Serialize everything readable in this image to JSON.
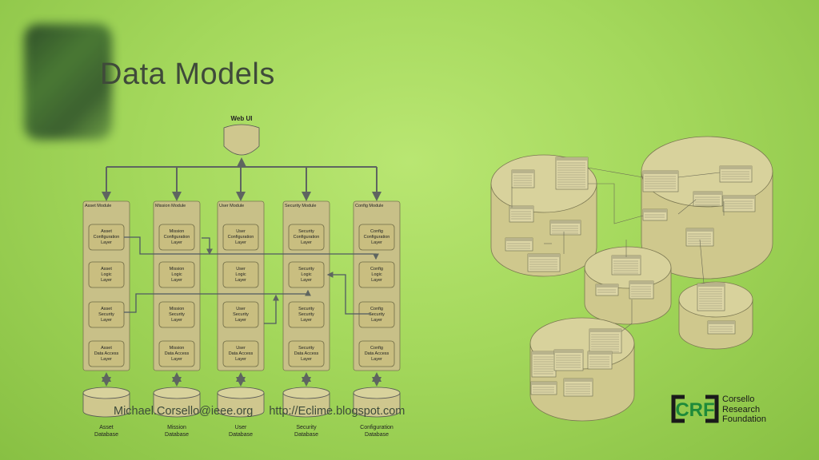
{
  "slide": {
    "title": "Data Models",
    "footer_email": "Michael.Corsello@ieee.org",
    "footer_url": "http://Eclime.blogspot.com"
  },
  "logo": {
    "mark": "CRF",
    "lines": [
      "Corsello",
      "Research",
      "Foundation"
    ],
    "colors": {
      "bracket": "#1a1a1a",
      "letters": "#1e8a3a"
    }
  },
  "architecture": {
    "web_ui_label": "Web UI",
    "modules": [
      {
        "header": "Asset Module",
        "layers": [
          [
            "Asset",
            "Configuration",
            "Layer"
          ],
          [
            "Asset",
            "Logic",
            "Layer"
          ],
          [
            "Asset",
            "Security",
            "Layer"
          ],
          [
            "Asset",
            "Data Access",
            "Layer"
          ]
        ],
        "database": [
          "Asset",
          "Database"
        ]
      },
      {
        "header": "Mission Module",
        "layers": [
          [
            "Mission",
            "Configuration",
            "Layer"
          ],
          [
            "Mission",
            "Logic",
            "Layer"
          ],
          [
            "Mission",
            "Security",
            "Layer"
          ],
          [
            "Mission",
            "Data Access",
            "Layer"
          ]
        ],
        "database": [
          "Mission",
          "Database"
        ]
      },
      {
        "header": "User Module",
        "layers": [
          [
            "User",
            "Configuration",
            "Layer"
          ],
          [
            "User",
            "Logic",
            "Layer"
          ],
          [
            "User",
            "Security",
            "Layer"
          ],
          [
            "User",
            "Data Access",
            "Layer"
          ]
        ],
        "database": [
          "User",
          "Database"
        ]
      },
      {
        "header": "Security Module",
        "layers": [
          [
            "Security",
            "Configuration",
            "Layer"
          ],
          [
            "Security",
            "Logic",
            "Layer"
          ],
          [
            "Security",
            "Security",
            "Layer"
          ],
          [
            "Security",
            "Data Access",
            "Layer"
          ]
        ],
        "database": [
          "Security",
          "Database"
        ]
      },
      {
        "header": "Config Module",
        "layers": [
          [
            "Config",
            "Configuration",
            "Layer"
          ],
          [
            "Config",
            "Logic",
            "Layer"
          ],
          [
            "Config",
            "Security",
            "Layer"
          ],
          [
            "Config",
            "Data Access",
            "Layer"
          ]
        ],
        "database": [
          "Configuration",
          "Database"
        ]
      }
    ]
  },
  "colors": {
    "module_fill": "#c8c088",
    "layer_fill": "#c9be80",
    "arrow": "#5e6560",
    "db_fill": "#cfc78e"
  }
}
